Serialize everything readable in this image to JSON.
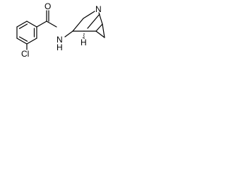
{
  "structure": {
    "atoms": {
      "oxygen": "O",
      "chlorine": "Cl",
      "amide_nitrogen": "N",
      "amide_hydrogen": "H",
      "bridgehead_nitrogen": "N",
      "stereo_hydrogen": "H"
    },
    "colors": {
      "bond": "#000000",
      "label": "#000000",
      "background": "#ffffff"
    }
  }
}
